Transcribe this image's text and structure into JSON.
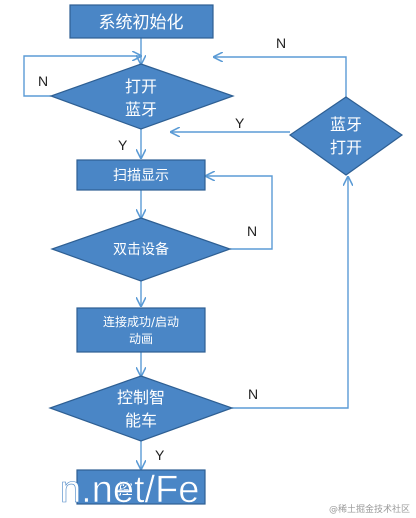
{
  "nodes": {
    "init": "系统初始化",
    "bt_open_q_line1": "打开",
    "bt_open_q_line2": "蓝牙",
    "bt_open_line1": "蓝牙",
    "bt_open_line2": "打开",
    "scan": "扫描显示",
    "dbl_q": "双击设备",
    "conn_line1": "连接成功/启动",
    "conn_line2": "动画",
    "ctrl_q_line1": "控制智",
    "ctrl_q_line2": "能车",
    "last_partial": "控"
  },
  "edge_labels": {
    "n_loop": "N",
    "y_down": "Y",
    "y_left": "Y",
    "n_top": "N",
    "n_scan": "N",
    "n_ctrl": "N",
    "y_ctrl": "Y"
  },
  "watermark": {
    "overlay": "n.net/Fe",
    "credit": "@稀土掘金技术社区"
  },
  "colors": {
    "fill": "#4a86c6",
    "stroke": "#2e5f93",
    "line": "#5b9bd5"
  }
}
